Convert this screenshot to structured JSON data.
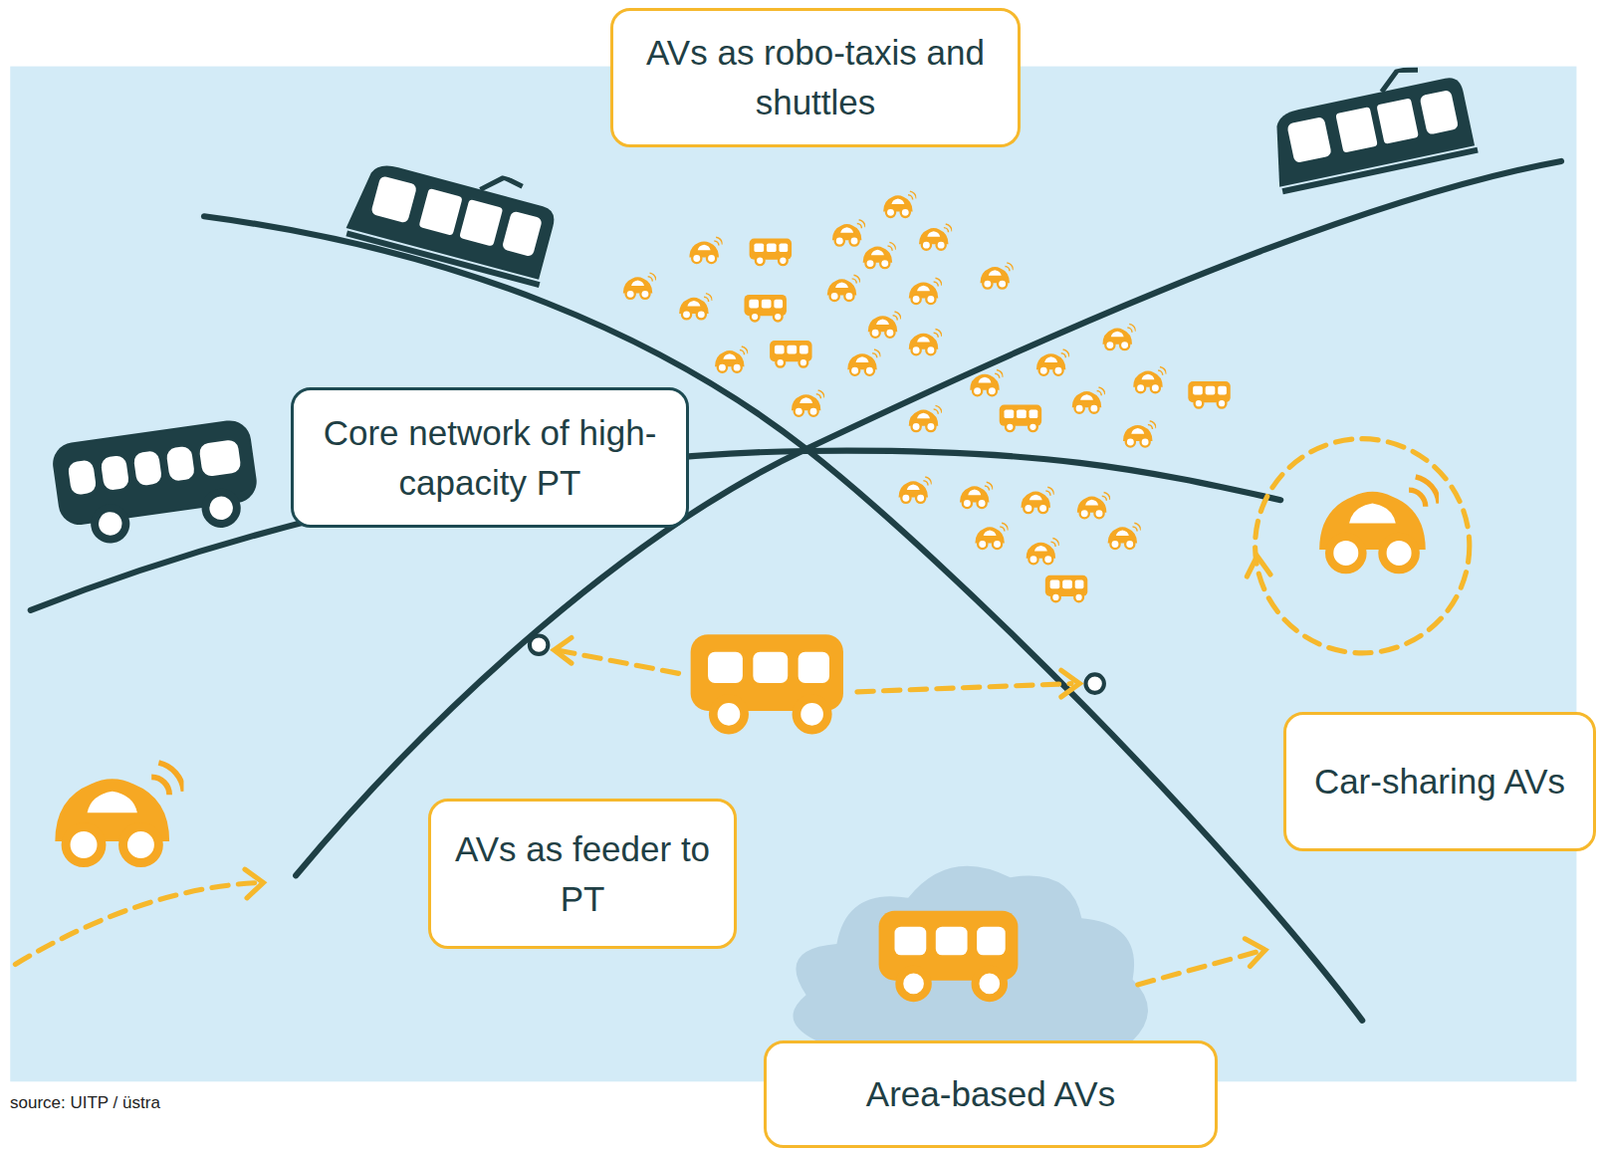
{
  "diagram": {
    "nodes": [
      {
        "text": [
          "AVs as robo-taxis and shuttles"
        ]
      },
      {
        "text": [
          "Core network of high-capacity PT"
        ]
      },
      {
        "text": [
          "Car-sharing AVs"
        ]
      },
      {
        "text": [
          "AVs as feeder to PT"
        ]
      },
      {
        "text": [
          "Area-based AVs"
        ]
      }
    ],
    "labels": [
      "source: UITP / üstra"
    ]
  }
}
